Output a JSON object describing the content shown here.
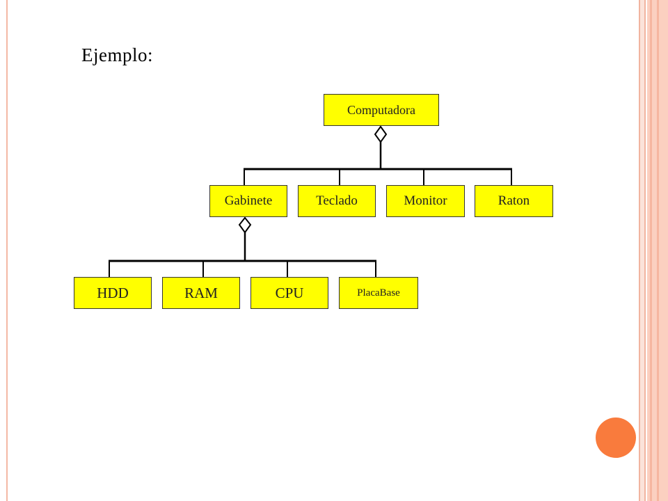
{
  "title": "Ejemplo:",
  "colors": {
    "node_fill": "#ffff00",
    "accent": "#f97b3d",
    "border": "#f4b8a4"
  },
  "root": {
    "label": "Computadora"
  },
  "level1": [
    {
      "label": "Gabinete"
    },
    {
      "label": "Teclado"
    },
    {
      "label": "Monitor"
    },
    {
      "label": "Raton"
    }
  ],
  "level2": [
    {
      "label": "HDD"
    },
    {
      "label": "RAM"
    },
    {
      "label": "CPU"
    },
    {
      "label": "PlacaBase"
    }
  ]
}
